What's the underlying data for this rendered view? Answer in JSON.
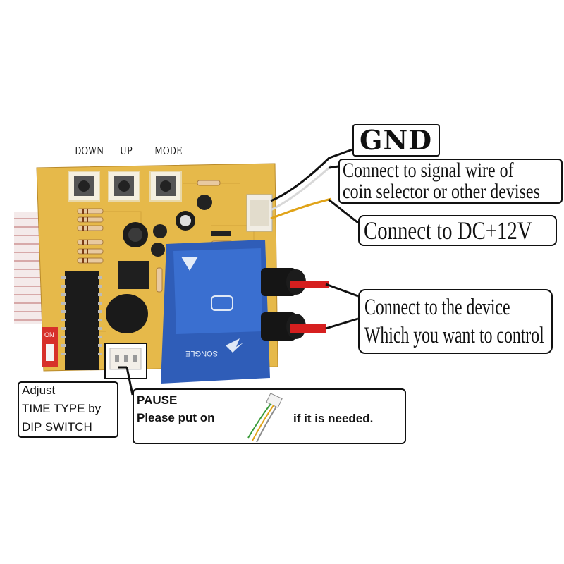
{
  "buttons": {
    "down": "DOWN",
    "up": "UP",
    "mode": "MODE"
  },
  "callouts": {
    "gnd": "GND",
    "signal_line1": "Connect to signal wire of",
    "signal_line2": "coin selector or other devises",
    "power": "Connect to DC+12V",
    "device_line1": "Connect to the device",
    "device_line2": "Which you want to control",
    "adjust_line1": "Adjust",
    "adjust_line2": "TIME TYPE by",
    "adjust_line3": "DIP SWITCH",
    "pause_title": "PAUSE",
    "pause_text": "Please put on",
    "pause_text2": "if it is needed."
  },
  "relay": {
    "brand": "SONGLE"
  },
  "dip_switch": {
    "label": "ON"
  },
  "colors": {
    "pcb": "#e6b94a",
    "relay": "#2f5db8",
    "callout_border": "#111111",
    "wire_red": "#d61f1f",
    "wire_yellow": "#e0a318"
  }
}
